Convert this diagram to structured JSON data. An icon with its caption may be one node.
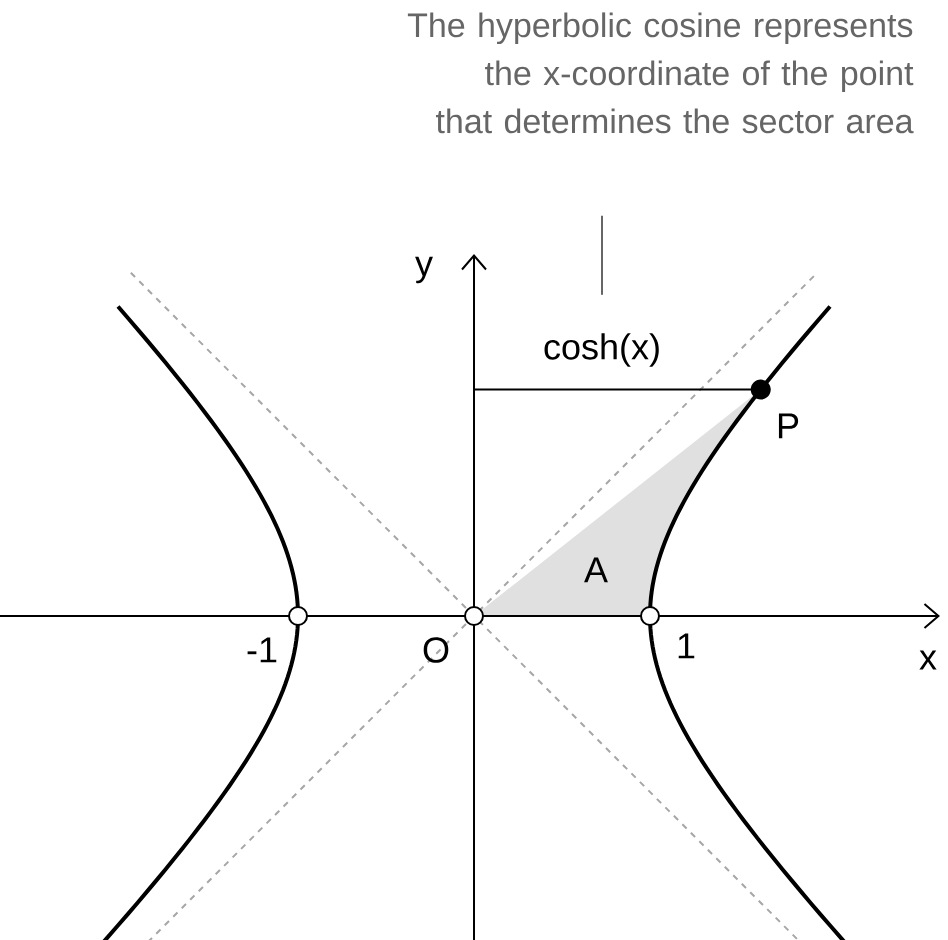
{
  "diagram": {
    "nodes": [
      {
        "text": [
          "The hyperbolic cosine represents the x-coordinate of the point that determines the sector area"
        ]
      },
      {
        "text": [
          "cosh(x)"
        ]
      }
    ],
    "edges": [
      {
        "from": 0,
        "to": 1,
        "arrow": "none"
      }
    ],
    "labels": [
      "y",
      "x",
      "O",
      "-1",
      "1",
      "A",
      "P"
    ]
  }
}
